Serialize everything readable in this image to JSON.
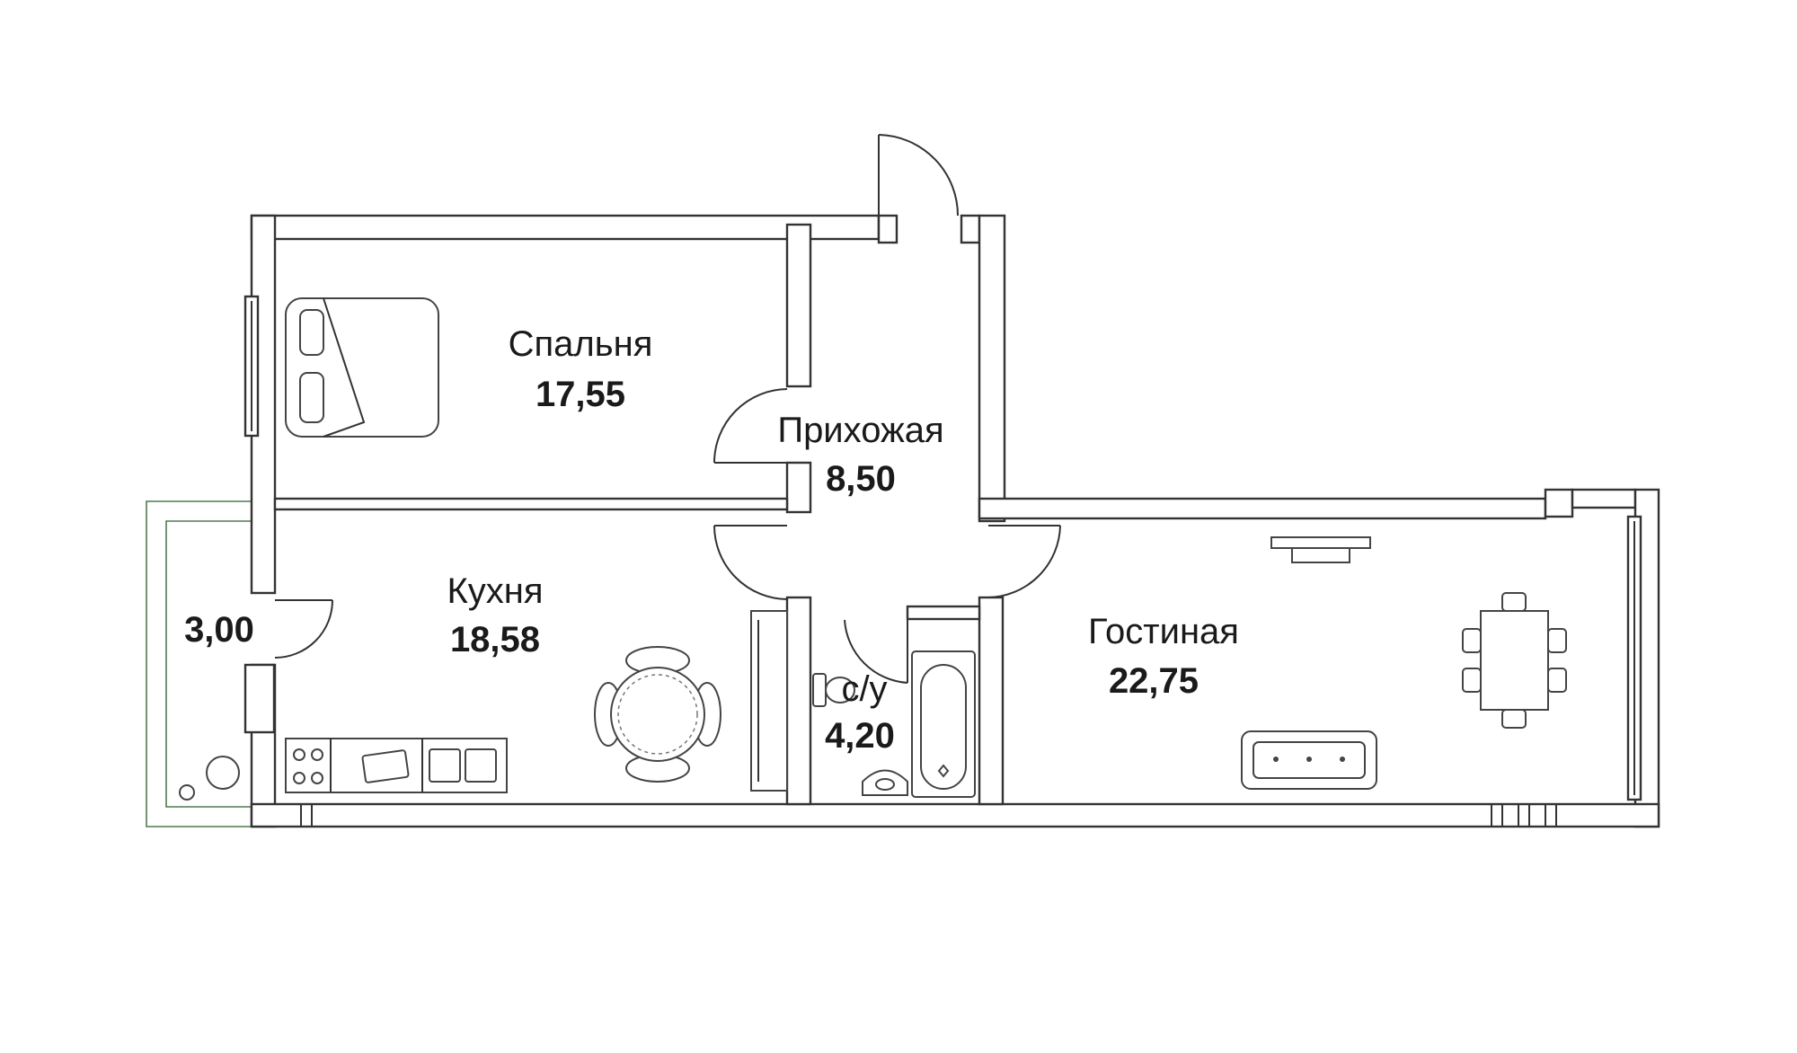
{
  "rooms": {
    "bedroom": {
      "name": "Спальня",
      "area": "17,55"
    },
    "hall": {
      "name": "Прихожая",
      "area": "8,50"
    },
    "kitchen": {
      "name": "Кухня",
      "area": "18,58"
    },
    "bathroom": {
      "name": "с/у",
      "area": "4,20"
    },
    "living": {
      "name": "Гостиная",
      "area": "22,75"
    },
    "balcony": {
      "name": "",
      "area": "3,00"
    }
  },
  "colors": {
    "wall": "#333333",
    "balcony_outline": "#4f7a4f",
    "background": "#ffffff"
  }
}
